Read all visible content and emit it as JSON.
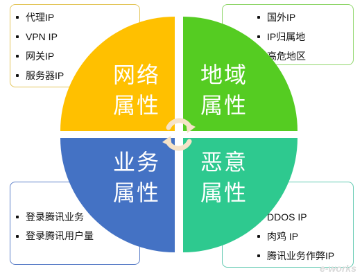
{
  "diagram": {
    "quadrants": [
      {
        "id": "network",
        "line1": "网络",
        "line2": "属性",
        "color": "#ffc000"
      },
      {
        "id": "region",
        "line1": "地域",
        "line2": "属性",
        "color": "#55cc22"
      },
      {
        "id": "business",
        "line1": "业务",
        "line2": "属性",
        "color": "#4472c4"
      },
      {
        "id": "malicious",
        "line1": "恶意",
        "line2": "属性",
        "color": "#2ec98f"
      }
    ],
    "lists": {
      "network": [
        "代理IP",
        "VPN IP",
        "网关IP",
        "服务器IP"
      ],
      "region": [
        "国外IP",
        "IP归属地",
        "高危地区"
      ],
      "business": [
        "登录腾讯业务",
        "登录腾讯用户量"
      ],
      "malicious": [
        "DDOS IP",
        "肉鸡 IP",
        "腾讯业务作弊IP"
      ]
    },
    "center_icon": "cycle-arrows-icon"
  },
  "watermark": "e-works"
}
